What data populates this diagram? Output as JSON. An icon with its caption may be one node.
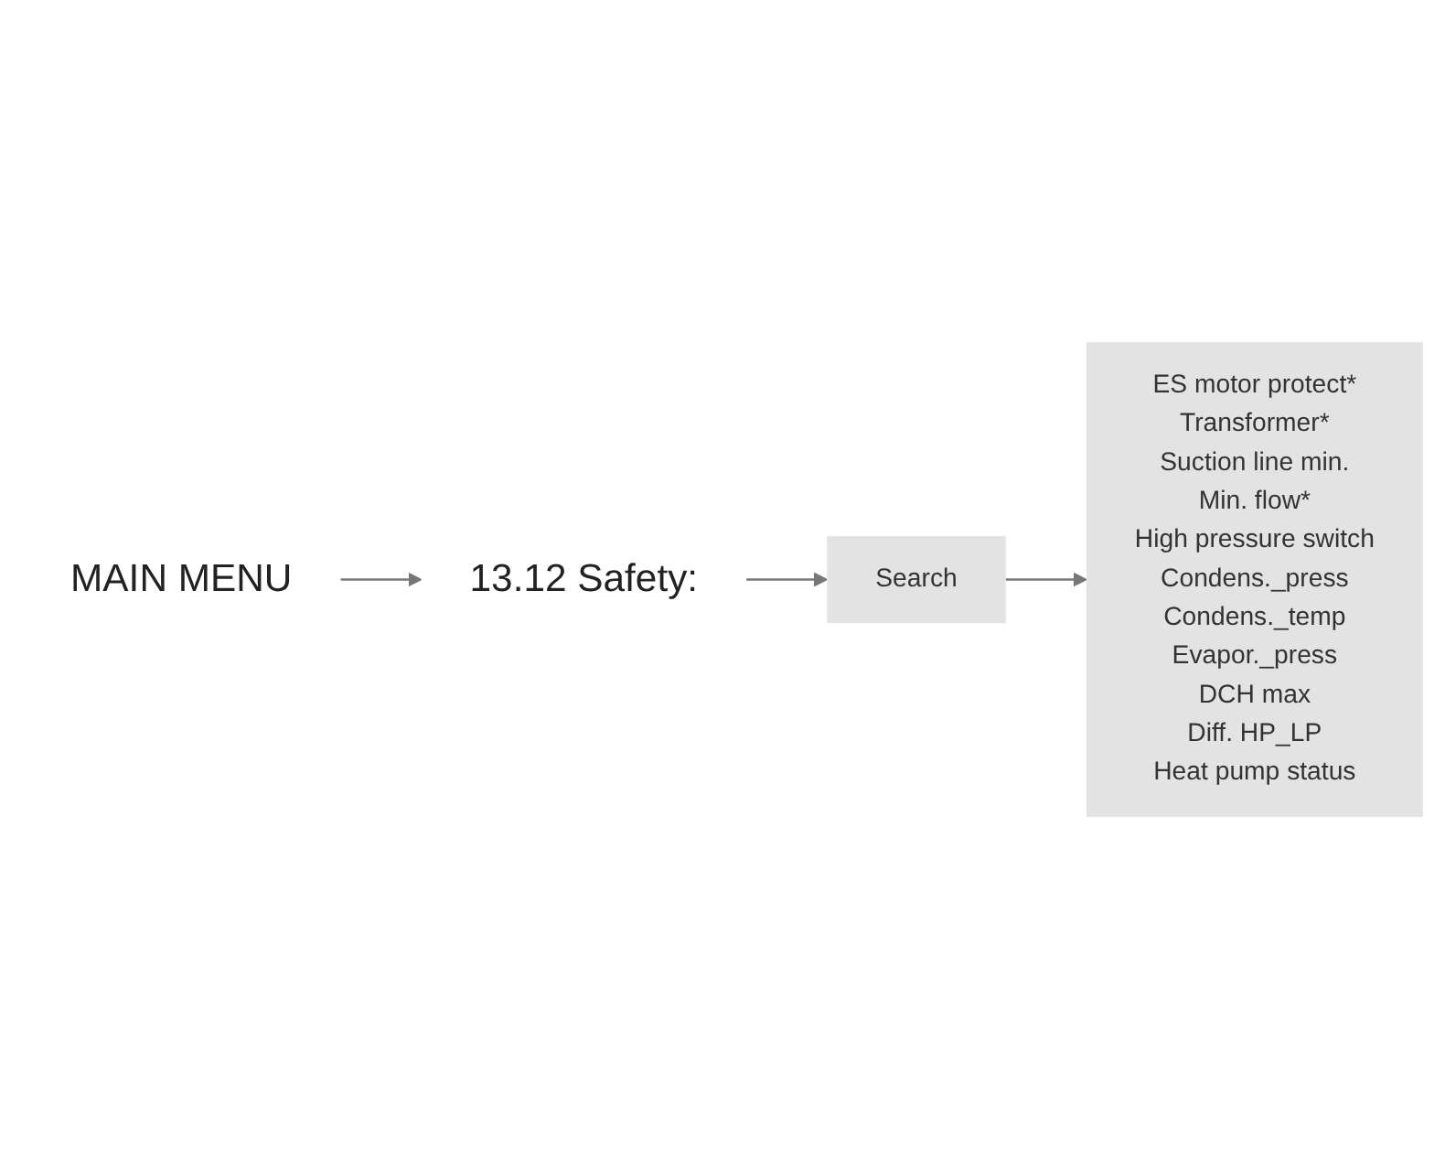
{
  "diagram": {
    "nodes": [
      {
        "text": [
          "MAIN MENU"
        ]
      },
      {
        "text": [
          "13.12 Safety:"
        ]
      },
      {
        "text": [
          "Search"
        ]
      },
      {
        "text": [
          "ES motor protect*",
          "Transformer*",
          "Suction line min.",
          "Min. flow*",
          "High pressure switch",
          "Condens._press",
          "Condens._temp",
          "Evapor._press",
          "DCH max",
          "Diff. HP_LP",
          "Heat pump status"
        ]
      }
    ],
    "edges": [
      {
        "from": 0,
        "to": 1,
        "arrow": "to"
      },
      {
        "from": 1,
        "to": 2,
        "arrow": "to"
      },
      {
        "from": 2,
        "to": 3,
        "arrow": "to"
      }
    ]
  }
}
